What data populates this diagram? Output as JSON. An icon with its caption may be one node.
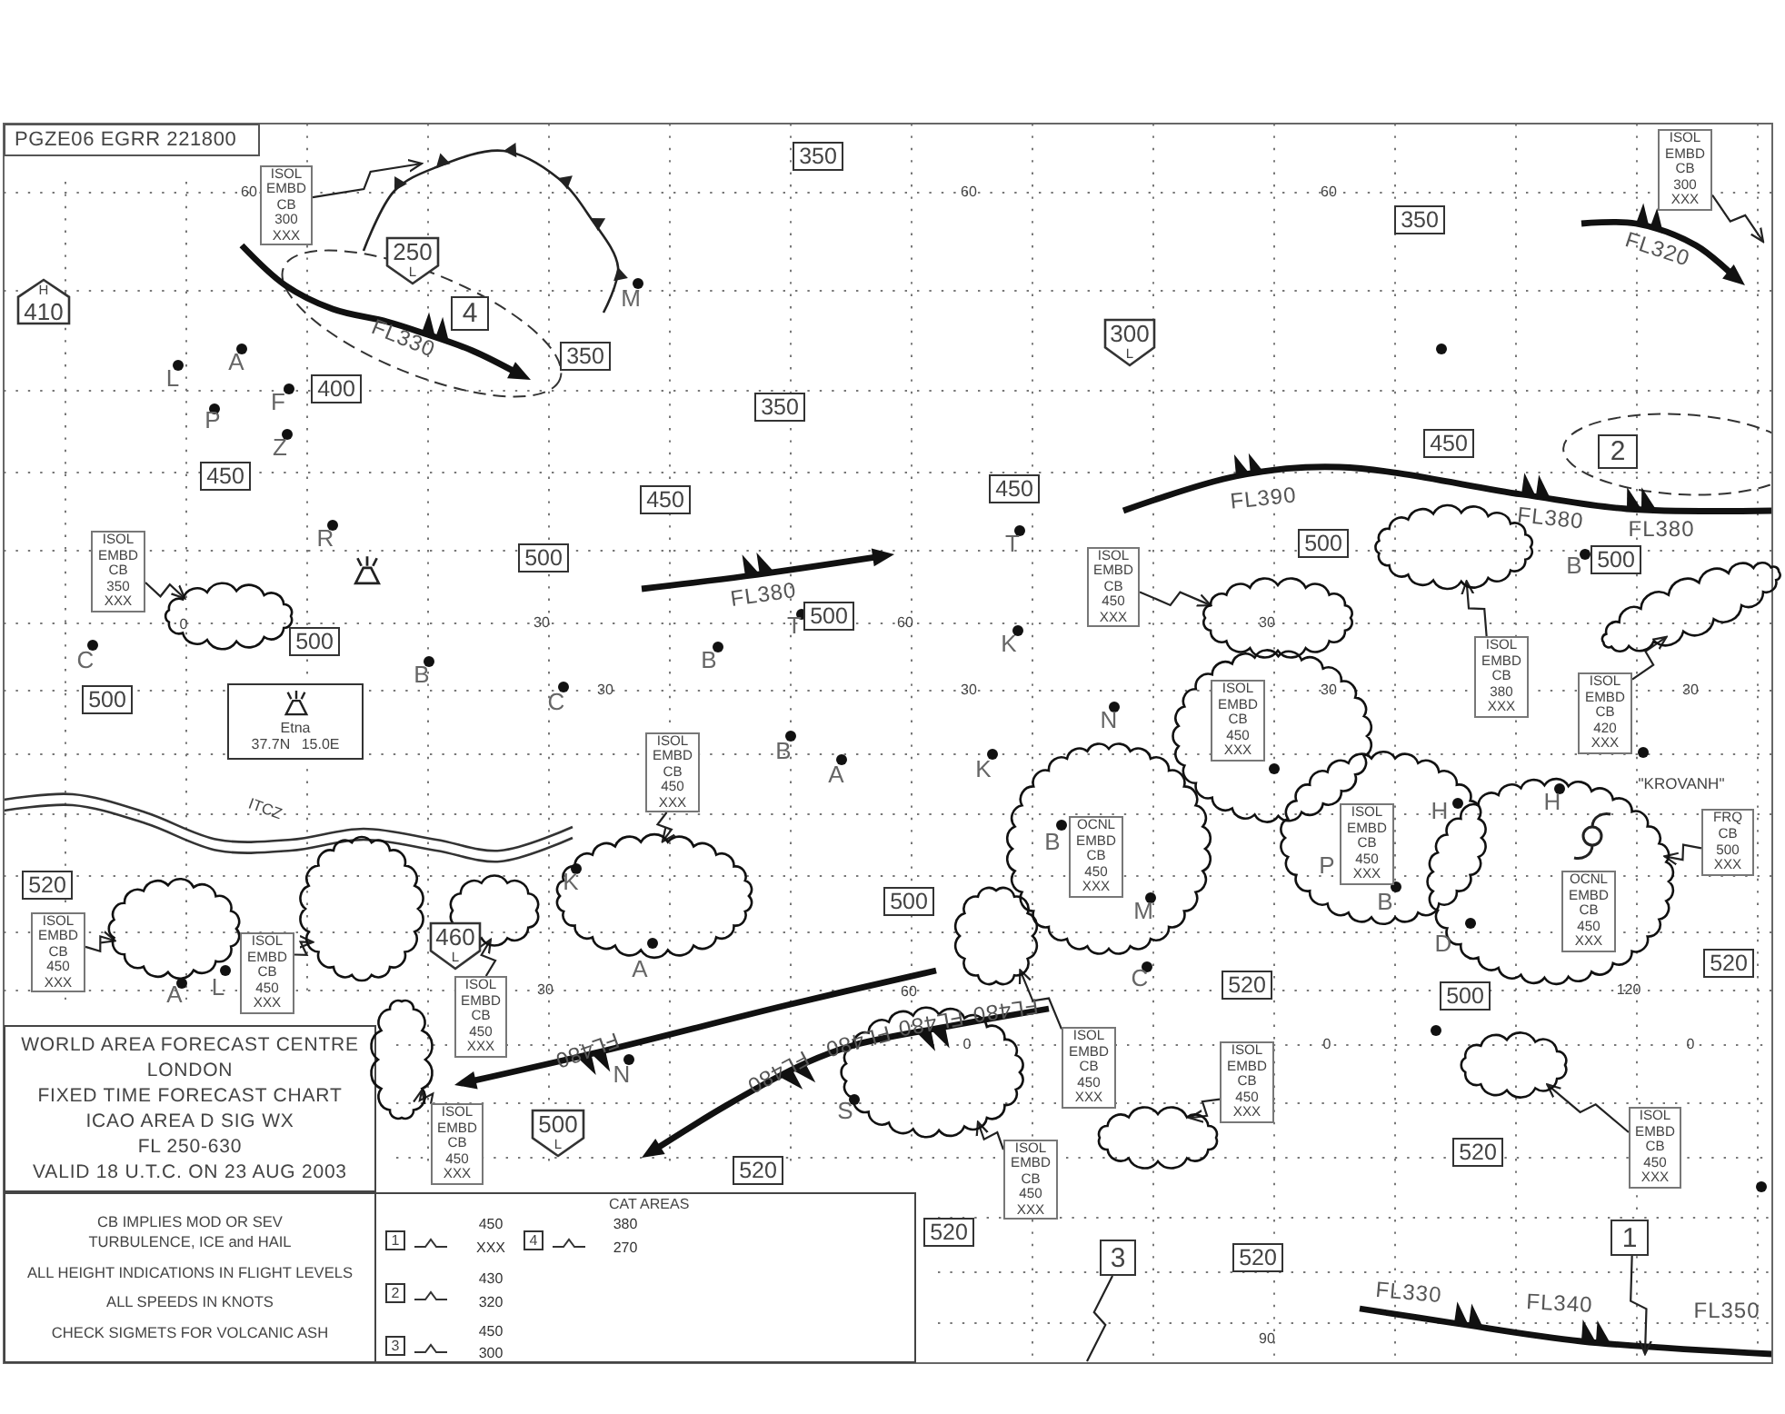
{
  "diagram": {
    "nodes": [
      {
        "text": [
          "PGZE06 EGRR 221800"
        ]
      },
      {
        "text": [
          "H",
          "410"
        ]
      },
      {
        "text": [
          "ISOL EMBD CB 300 XXX"
        ]
      },
      {
        "text": [
          "350"
        ]
      },
      {
        "text": [
          "250",
          "L"
        ]
      },
      {
        "text": [
          "4"
        ]
      },
      {
        "text": [
          "350"
        ]
      },
      {
        "text": [
          "ISOL EMBD CB 300 XXX"
        ]
      },
      {
        "text": [
          "300",
          "L"
        ]
      },
      {
        "text": [
          "350"
        ]
      },
      {
        "text": [
          "400"
        ]
      },
      {
        "text": [
          "350"
        ]
      },
      {
        "text": [
          "2"
        ]
      },
      {
        "text": [
          "450"
        ]
      },
      {
        "text": [
          "450"
        ]
      },
      {
        "text": [
          "450"
        ]
      },
      {
        "text": [
          "450"
        ]
      },
      {
        "text": [
          "ISOL EMBD CB 350 XXX"
        ]
      },
      {
        "text": [
          "500"
        ]
      },
      {
        "text": [
          "500"
        ]
      },
      {
        "text": [
          "500"
        ]
      },
      {
        "text": [],
        "shape": "cloud"
      },
      {
        "text": [
          "ISOL EMBD CB 450 XXX"
        ]
      },
      {
        "text": [],
        "shape": "cloud"
      },
      {
        "text": [],
        "shape": "cloud"
      },
      {
        "text": [],
        "shape": "cloud"
      },
      {
        "text": [
          "500"
        ]
      },
      {
        "text": [
          "500"
        ]
      },
      {
        "text": [
          "ISOL EMBD CB 380 XXX"
        ]
      },
      {
        "text": [
          "ISOL EMBD CB 420 XXX"
        ]
      },
      {
        "text": [
          "500"
        ]
      },
      {
        "text": [
          "Etna",
          "37.7N 15.0E"
        ]
      },
      {
        "text": [],
        "shape": "cloud"
      },
      {
        "text": [
          "ISOL EMBD CB 450 XXX"
        ],
        "in": 32
      },
      {
        "text": [
          "ISOL EMBD CB 450 XXX"
        ]
      },
      {
        "text": [],
        "shape": "cloud"
      },
      {
        "text": [
          "OCNL EMBD CB 450 XXX"
        ],
        "in": 35
      },
      {
        "text": [],
        "shape": "cloud"
      },
      {
        "text": [
          "ISOL EMBD CB 450 XXX"
        ],
        "in": 37
      },
      {
        "text": [],
        "shape": "cloud"
      },
      {
        "text": [
          "OCNL EMBD CB 450 XXX"
        ],
        "in": 39
      },
      {
        "text": [
          "FRQ CB 500 XXX"
        ]
      },
      {
        "text": [
          "520"
        ]
      },
      {
        "text": [],
        "shape": "cloud"
      },
      {
        "text": [],
        "shape": "cloud"
      },
      {
        "text": [],
        "shape": "cloud"
      },
      {
        "text": [],
        "shape": "cloud"
      },
      {
        "text": [
          "500"
        ]
      },
      {
        "text": [
          "460",
          "L"
        ]
      },
      {
        "text": [
          "ISOL EMBD CB 450 XXX"
        ]
      },
      {
        "text": [
          "ISOL EMBD CB 450 XXX"
        ]
      },
      {
        "text": [],
        "shape": "cloud"
      },
      {
        "text": [
          "ISOL EMBD CB 450 XXX"
        ]
      },
      {
        "text": [
          "520"
        ]
      },
      {
        "text": [
          "500"
        ]
      },
      {
        "text": [
          "520"
        ]
      },
      {
        "text": [
          "WORLD AREA FORECAST CENTRE",
          "LONDON",
          "FIXED TIME FORECAST CHART",
          "ICAO AREA D SIG WX",
          "FL 250-630",
          "VALID 18 U.T.C. ON 23 AUG 2003"
        ]
      },
      {
        "text": [],
        "shape": "cloud"
      },
      {
        "text": [
          "ISOL EMBD CB 450 XXX"
        ]
      },
      {
        "text": [
          "ISOL EMBD CB 450 XXX"
        ]
      },
      {
        "text": [],
        "shape": "cloud"
      },
      {
        "text": [],
        "shape": "cloud"
      },
      {
        "text": [
          "ISOL EMBD CB 450 XXX"
        ]
      },
      {
        "text": [
          "500",
          "L"
        ]
      },
      {
        "text": [
          "ISOL EMBD CB 450 XXX"
        ]
      },
      {
        "text": [
          "ISOL EMBD CB 450 XXX"
        ]
      },
      {
        "text": [],
        "shape": "cloud"
      },
      {
        "text": [
          "520"
        ]
      },
      {
        "text": [
          "520"
        ]
      },
      {
        "text": [
          "CB IMPLIES MOD OR SEV TURBULENCE, ICE and HAIL",
          "ALL HEIGHT INDICATIONS IN FLIGHT LEVELS",
          "ALL SPEEDS IN KNOTS",
          "CHECK SIGMETS FOR VOLCANIC ASH"
        ]
      },
      {
        "text": [
          "CAT AREAS"
        ]
      },
      {
        "text": [
          "1"
        ],
        "in": 70
      },
      {
        "text": [
          "4"
        ],
        "in": 70
      },
      {
        "text": [
          "2"
        ],
        "in": 70
      },
      {
        "text": [
          "3"
        ],
        "in": 70
      },
      {
        "text": [
          "520"
        ]
      },
      {
        "text": [
          "1"
        ]
      },
      {
        "text": [
          "3"
        ]
      },
      {
        "text": [
          "520"
        ]
      }
    ],
    "edges": [
      {
        "from": 2,
        "to": null,
        "arrow": "to"
      },
      {
        "from": 7,
        "to": null,
        "arrow": "to"
      },
      {
        "from": 17,
        "to": 21,
        "arrow": "to"
      },
      {
        "from": 22,
        "to": 24,
        "arrow": "to"
      },
      {
        "from": 28,
        "to": 23,
        "arrow": "to"
      },
      {
        "from": 29,
        "to": 25,
        "arrow": "to"
      },
      {
        "from": 34,
        "to": 43,
        "arrow": "to"
      },
      {
        "from": 41,
        "to": 39,
        "arrow": "to"
      },
      {
        "from": 49,
        "to": 45,
        "arrow": "to"
      },
      {
        "from": 50,
        "to": 44,
        "arrow": "to"
      },
      {
        "from": 52,
        "to": 46,
        "arrow": "to"
      },
      {
        "from": 62,
        "to": 57,
        "arrow": "to"
      },
      {
        "from": 58,
        "to": 51,
        "arrow": "to"
      },
      {
        "from": 65,
        "to": 60,
        "arrow": "to"
      },
      {
        "from": 59,
        "to": 66,
        "arrow": "to"
      },
      {
        "from": 64,
        "to": 61,
        "arrow": "to"
      },
      {
        "from": 77,
        "to": null,
        "arrow": "none"
      },
      {
        "from": 76,
        "to": null,
        "arrow": "to"
      }
    ],
    "labels": [
      "FL330",
      "FL380",
      "FL390",
      "FL380",
      "FL380",
      "FL320",
      "FL480",
      "FL480",
      "FL480",
      "FL480",
      "FL480",
      "FL330",
      "FL340",
      "FL350",
      "ITCZ",
      "\"KROVANH\"",
      "A",
      "L",
      "P",
      "F",
      "Z",
      "R",
      "M",
      "C",
      "B",
      "T",
      "B",
      "C",
      "T",
      "K",
      "B",
      "B",
      "A",
      "K",
      "A",
      "A",
      "L",
      "N",
      "S",
      "N",
      "K",
      "B",
      "M",
      "C",
      "P",
      "B",
      "H",
      "H",
      "D",
      "60",
      "60",
      "60",
      "0",
      "30",
      "60",
      "30",
      "30",
      "30",
      "30",
      "30",
      "30",
      "60",
      "120",
      "0",
      "0",
      "0",
      "90",
      "450",
      "XXX",
      "380",
      "270",
      "430",
      "320",
      "450",
      "300"
    ]
  }
}
